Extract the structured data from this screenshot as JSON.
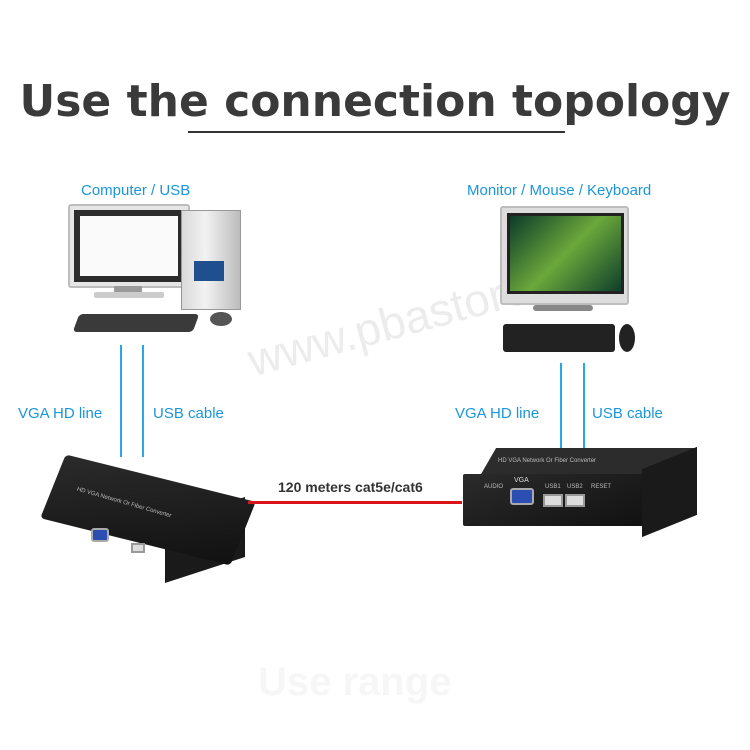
{
  "title": "Use the connection topology",
  "watermark": "www.pbastore.com",
  "ghost_text": "Use range",
  "left": {
    "device_label": "Computer / USB",
    "line1_label": "VGA HD line",
    "line2_label": "USB cable",
    "converter_text": "HD VGA Network Or Fiber Converter"
  },
  "right": {
    "device_label": "Monitor / Mouse / Keyboard",
    "line1_label": "VGA HD line",
    "line2_label": "USB cable",
    "converter_text": "HD VGA Network Or Fiber Converter",
    "ports": {
      "audio": "AUDIO",
      "vga": "VGA",
      "usb1": "USB1",
      "usb2": "USB2",
      "reset": "RESET"
    }
  },
  "cable_label": "120 meters cat5e/cat6",
  "colors": {
    "label": "#1a96dc",
    "line": "#2aa6e6",
    "cable": "#d9141b",
    "title": "#3a3a3a"
  }
}
